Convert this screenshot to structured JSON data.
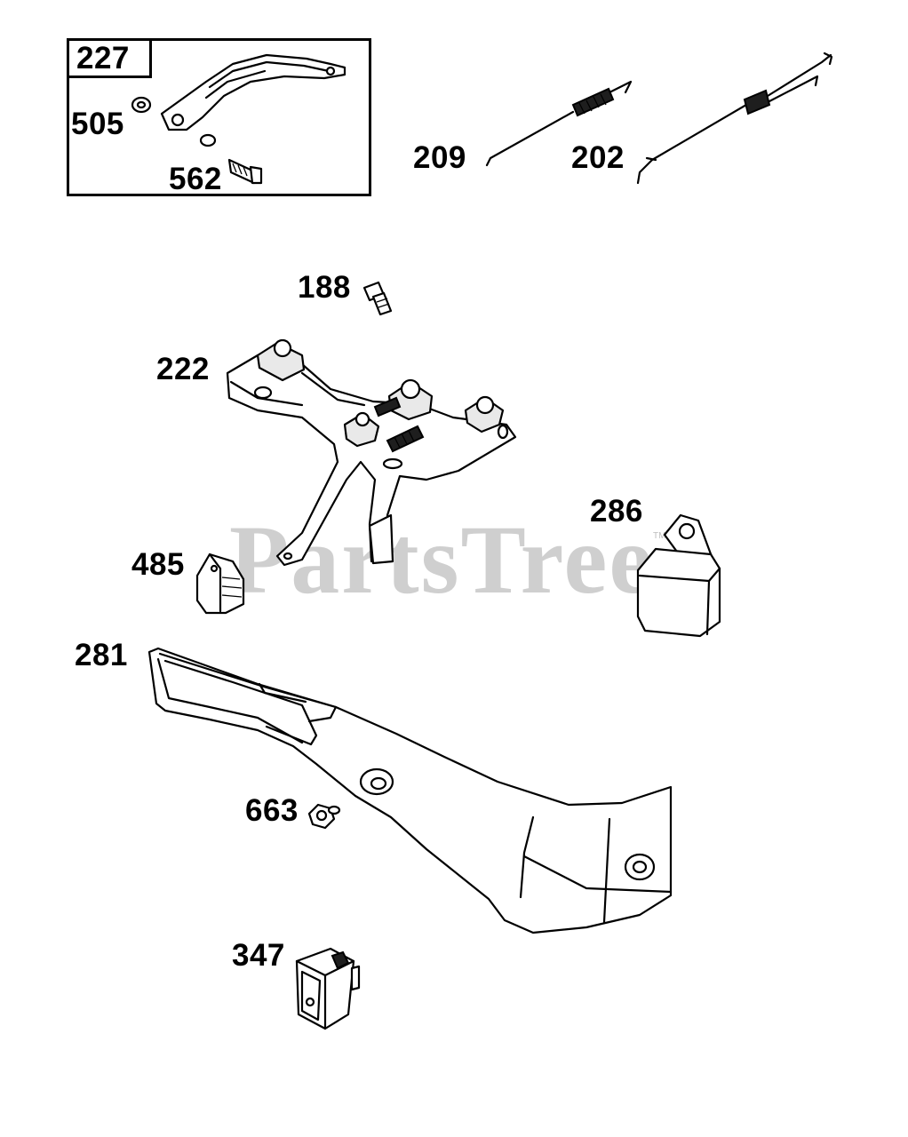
{
  "watermark": {
    "text": "PartsTree",
    "trademark": "TM"
  },
  "parts": {
    "p227": "227",
    "p505": "505",
    "p562": "562",
    "p209": "209",
    "p202": "202",
    "p188": "188",
    "p222": "222",
    "p286": "286",
    "p485": "485",
    "p281": "281",
    "p663": "663",
    "p347": "347"
  }
}
